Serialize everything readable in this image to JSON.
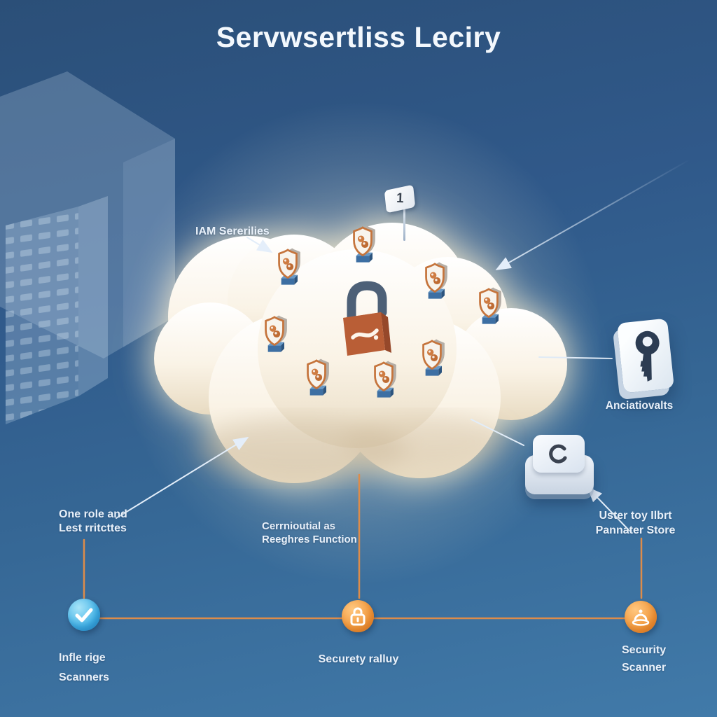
{
  "title": "Servwsertliss Leciry",
  "cloud": {
    "shield_count": 8,
    "flag_mark": "1",
    "center_icon": "padlock-icon"
  },
  "labels": {
    "iam": "IAM Sererilies",
    "vault": "Anciatiovalts",
    "param_store": [
      "Uster toy Ilbrt",
      "Pannater Store"
    ],
    "one_role": [
      "One role and",
      "Lest rritcttes"
    ],
    "central": [
      "Cerrnioutial as",
      "Reeghres Function"
    ],
    "scanners_left": [
      "Infle rige",
      "Scanners"
    ],
    "security_policy": "Securety ralluy",
    "scanner_right": [
      "Security",
      "Scanner"
    ]
  },
  "icons": {
    "center": "padlock-icon",
    "badges": "shield-badge-icon",
    "flag": "flag-marker-icon",
    "vault": "key-card-icon",
    "param_store": "layers-button-icon",
    "bottom_left": "checkmark-circle-icon",
    "bottom_center": "padlock-circle-icon",
    "bottom_right": "alarm-scanner-circle-icon"
  },
  "colors": {
    "background_top": "#2b4f78",
    "background_bottom": "#417aa9",
    "cloud_cream": "#f7efdd",
    "glow": "#fff3d6",
    "lock_body": "#b95e36",
    "lock_shackle": "#4d6077",
    "shield_border": "#c5743c",
    "pedestal_blue": "#3d6fa3",
    "line_orange": "#dd8c4a",
    "accent_orange": "#f29a3e",
    "check_blue": "#46b6e9",
    "text": "#e9f1fa"
  }
}
